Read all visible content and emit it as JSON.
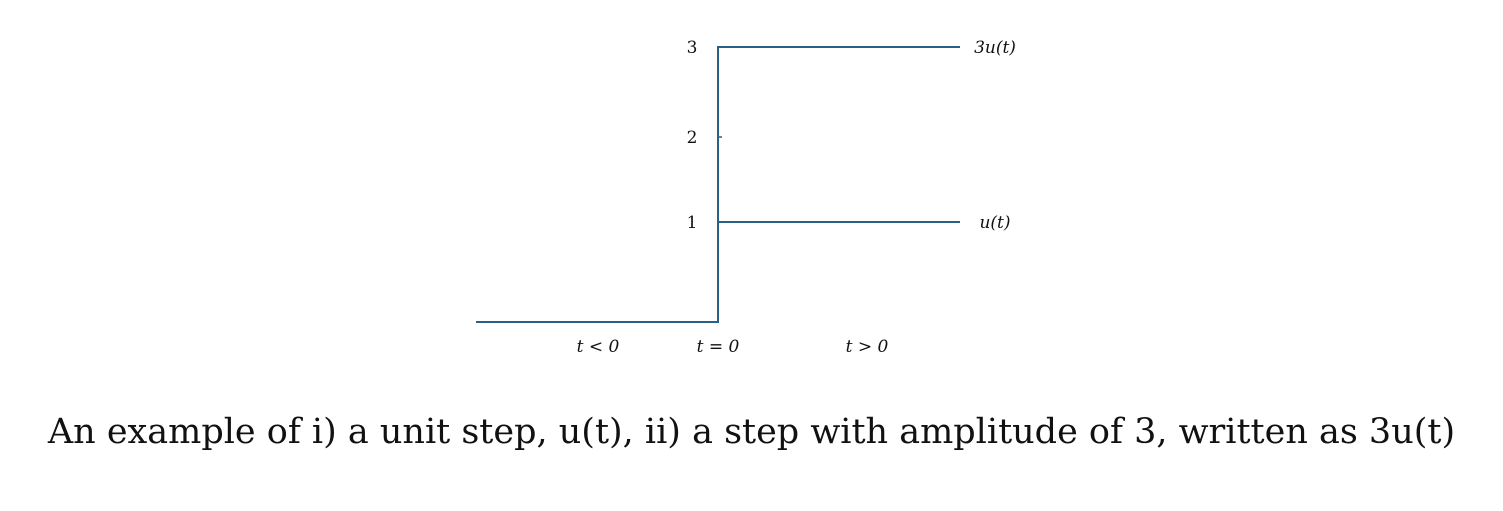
{
  "chart_data": {
    "type": "line",
    "title": "",
    "xlabel": "",
    "ylabel": "",
    "y_ticks": [
      {
        "value": 1,
        "label": "1"
      },
      {
        "value": 2,
        "label": "2"
      },
      {
        "value": 3,
        "label": "3"
      }
    ],
    "region_labels": [
      "t < 0",
      "t = 0",
      "t > 0"
    ],
    "series": [
      {
        "name": "u(t)",
        "points": [
          {
            "t": "t < 0",
            "y": 0
          },
          {
            "t": "t = 0",
            "y": 0
          },
          {
            "t": "t = 0",
            "y": 1
          },
          {
            "t": "t > 0",
            "y": 1
          }
        ]
      },
      {
        "name": "3u(t)",
        "points": [
          {
            "t": "t < 0",
            "y": 0
          },
          {
            "t": "t = 0",
            "y": 0
          },
          {
            "t": "t = 0",
            "y": 3
          },
          {
            "t": "t > 0",
            "y": 3
          }
        ]
      }
    ],
    "ylim": [
      0,
      3
    ],
    "grid": false,
    "line_color": "#2a5f86"
  },
  "caption": "An example of i) a unit step, u(t), ii) a step with amplitude of 3, written as 3u(t)"
}
